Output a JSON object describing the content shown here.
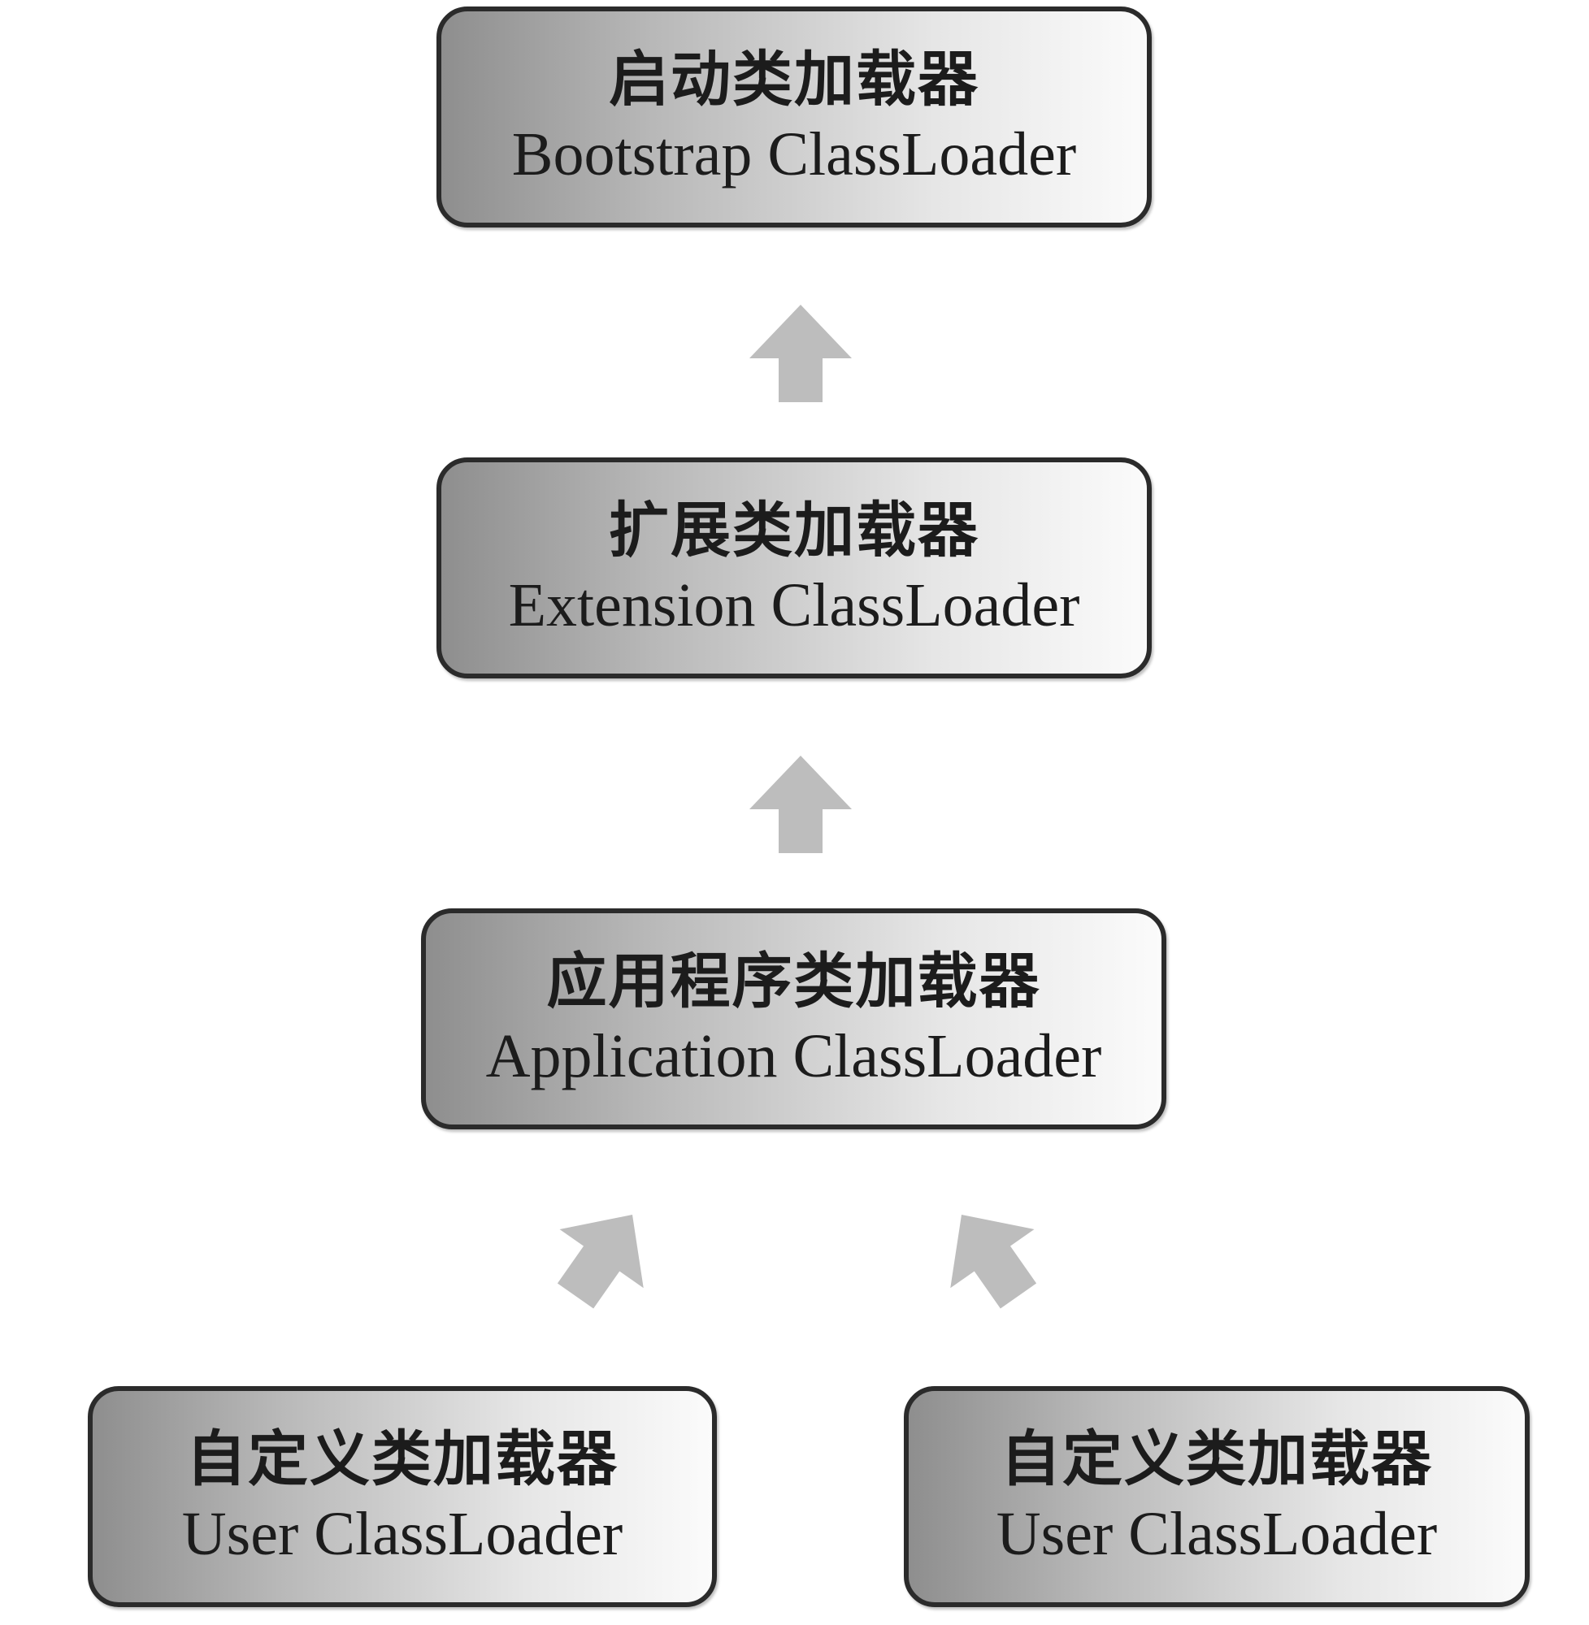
{
  "diagram": {
    "nodes": [
      {
        "id": "bootstrap",
        "name_zh": "启动类加载器",
        "name_en": "Bootstrap ClassLoader"
      },
      {
        "id": "extension",
        "name_zh": "扩展类加载器",
        "name_en": "Extension ClassLoader"
      },
      {
        "id": "application",
        "name_zh": "应用程序类加载器",
        "name_en": "Application ClassLoader"
      },
      {
        "id": "user_1",
        "name_zh": "自定义类加载器",
        "name_en": "User ClassLoader"
      },
      {
        "id": "user_2",
        "name_zh": "自定义类加载器",
        "name_en": "User ClassLoader"
      }
    ],
    "edges": [
      {
        "from": "extension",
        "to": "bootstrap"
      },
      {
        "from": "application",
        "to": "extension"
      },
      {
        "from": "user_1",
        "to": "application"
      },
      {
        "from": "user_2",
        "to": "application"
      }
    ],
    "colors": {
      "node_border": "#2b2b2b",
      "node_gradient_dark": "#8e8e8e",
      "node_gradient_light": "#fbfbfb",
      "arrow": "#bdbdbd",
      "text": "#1c1c1c"
    }
  }
}
